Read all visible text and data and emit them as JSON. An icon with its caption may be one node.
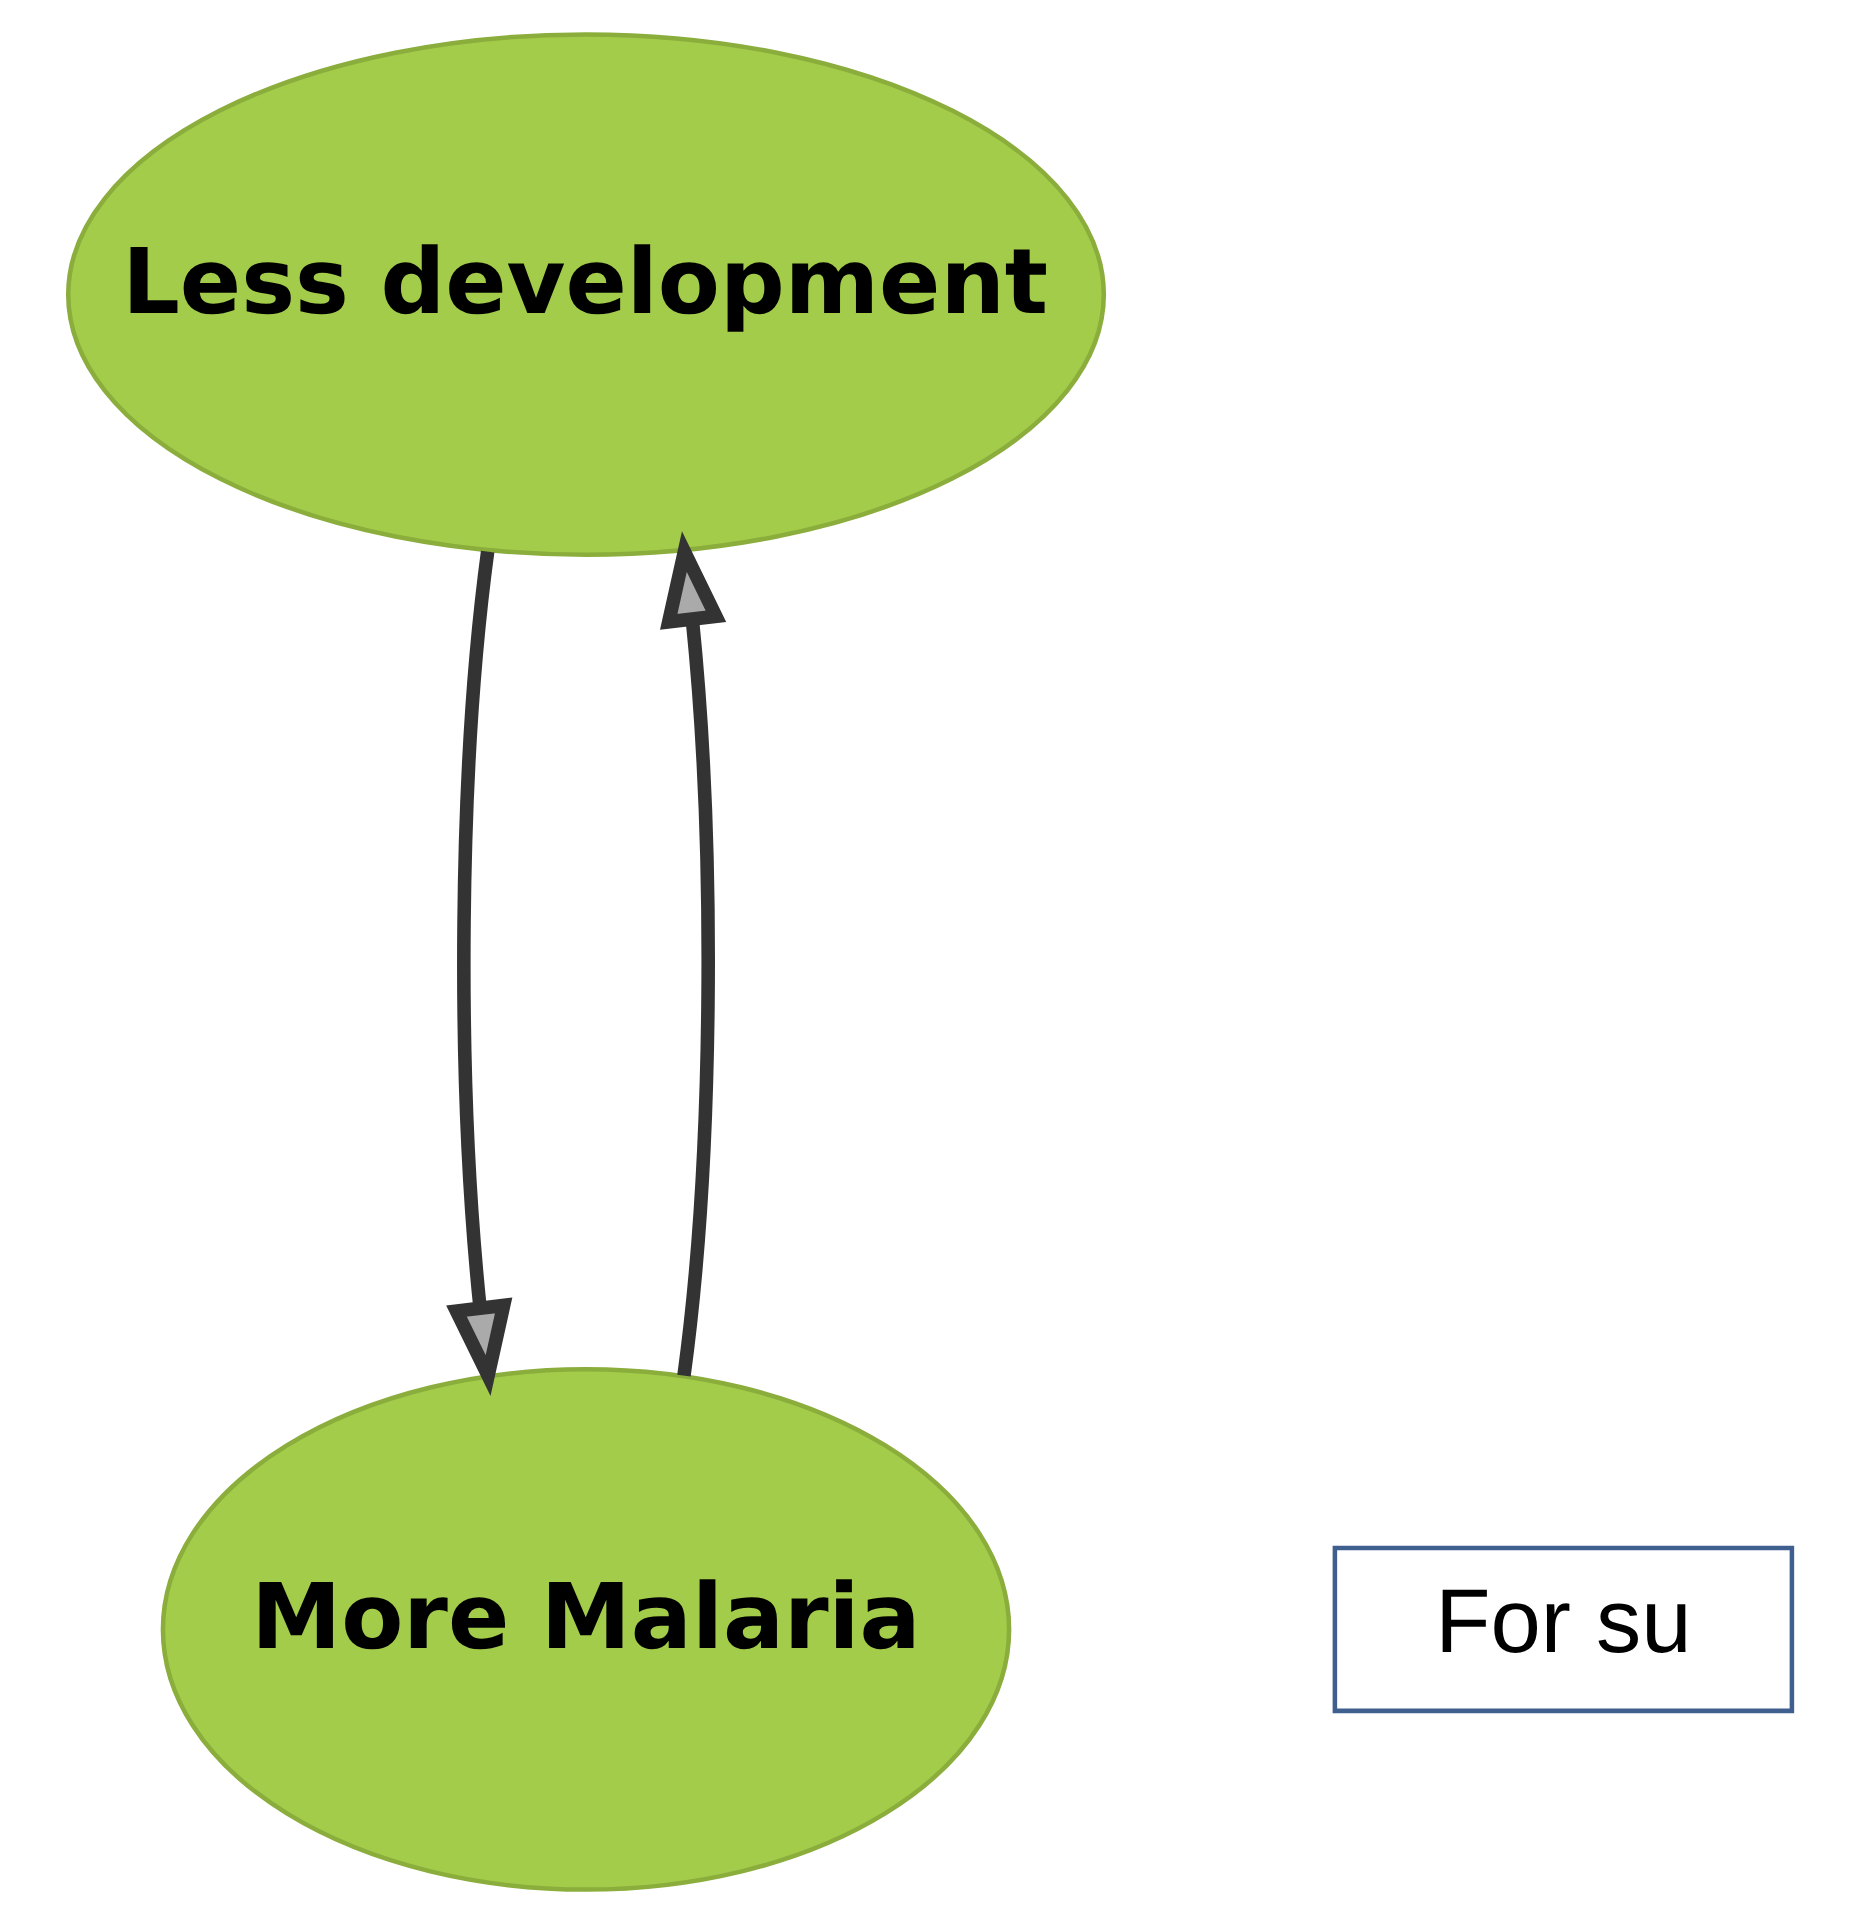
{
  "diagram": {
    "nodes": [
      {
        "text": [
          "Less development"
        ]
      },
      {
        "text": [
          "More Malaria"
        ]
      },
      {
        "text": [
          "For su"
        ]
      }
    ],
    "edges": [
      {
        "from": 0,
        "to": 1,
        "arrow": "to"
      },
      {
        "from": 1,
        "to": 0,
        "arrow": "to"
      }
    ]
  }
}
